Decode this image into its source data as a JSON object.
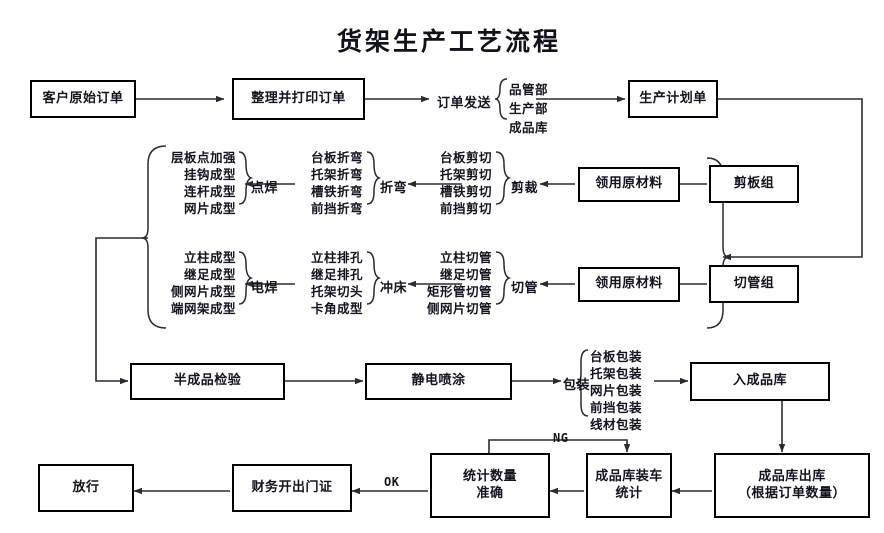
{
  "title": "货架生产工艺流程",
  "nodes": {
    "customer_order": "客户原始订单",
    "sort_print_order": "整理并打印订单",
    "production_plan": "生产计划单",
    "shear_group": "剪板组",
    "cut_pipe_group": "切管组",
    "draw_material_1": "领用原材料",
    "draw_material_2": "领用原材料",
    "semi_inspect": "半成品检验",
    "electrostatic_spray": "静电喷涂",
    "enter_warehouse": "入成品库",
    "warehouse_out": "成品库出库\n（根据订单数量）",
    "loading_count": "成品库装车\n统计",
    "count_correct": "统计数量\n准确",
    "finance_gate_pass": "财务开出门证",
    "release": "放行"
  },
  "process_labels": {
    "order_send": "订单发送",
    "spot_weld": "点焊",
    "bending": "折弯",
    "shearing": "剪裁",
    "arc_weld": "电焊",
    "punch": "冲床",
    "pipe_cut": "切管",
    "packing": "包装"
  },
  "groups": {
    "order_dispatch": [
      "品管部",
      "生产部",
      "成品库"
    ],
    "spot_weld_items": [
      "层板点加强",
      "挂钩成型",
      "连杆成型",
      "网片成型"
    ],
    "bending_items": [
      "台板折弯",
      "托架折弯",
      "槽铁折弯",
      "前挡折弯"
    ],
    "shearing_items": [
      "台板剪切",
      "托架剪切",
      "槽铁剪切",
      "前挡剪切"
    ],
    "arc_weld_items": [
      "立柱成型",
      "继足成型",
      "侧网片成型",
      "端网架成型"
    ],
    "punch_items": [
      "立柱排孔",
      "继足排孔",
      "托架切头",
      "卡角成型"
    ],
    "pipe_cut_items": [
      "立柱切管",
      "继足切管",
      "矩形管切管",
      "侧网片切管"
    ],
    "packing_items": [
      "台板包装",
      "托架包装",
      "网片包装",
      "前挡包装",
      "线材包装"
    ]
  },
  "edge_labels": {
    "ng": "NG",
    "ok": "OK"
  },
  "colors": {
    "line": "#2a2a33",
    "box_border": "#000000",
    "text": "#141421",
    "background": "#ffffff"
  }
}
